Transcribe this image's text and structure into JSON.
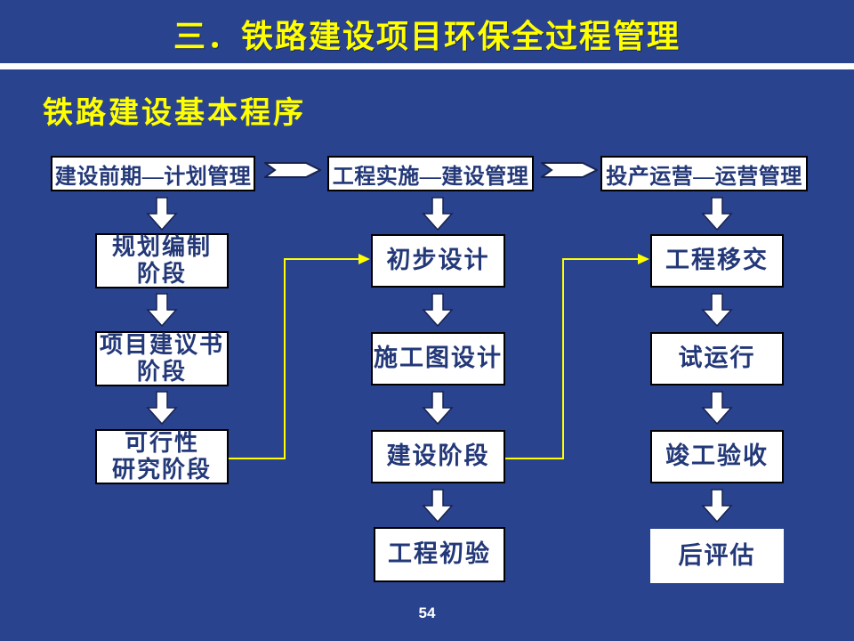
{
  "slide": {
    "title": "三．铁路建设项目环保全过程管理",
    "subtitle": "铁路建设基本程序",
    "page_number": "54"
  },
  "colors": {
    "background": "#2A438E",
    "title_text": "#FFFF00",
    "divider": "#FFFFFF",
    "box_fill": "#FFFFFF",
    "box_border": "#000000",
    "box_text": "#233878",
    "arrow_fill": "#FFFFFF",
    "arrow_outline": "#17224E",
    "connector": "#FFFF00",
    "page_number_text": "#FFFFFF"
  },
  "flowchart": {
    "columns": [
      {
        "header": "建设前期—计划管理",
        "stages": [
          "规划编制\n阶段",
          "项目建议书\n阶段",
          "可行性\n研究阶段"
        ]
      },
      {
        "header": "工程实施—建设管理",
        "stages": [
          "初步设计",
          "施工图设计",
          "建设阶段",
          "工程初验"
        ]
      },
      {
        "header": "投产运营—运营管理",
        "stages": [
          "工程移交",
          "试运行",
          "竣工验收",
          "后评估"
        ]
      }
    ],
    "cross_links": [
      {
        "from": "可行性研究阶段",
        "to": "初步设计"
      },
      {
        "from": "建设阶段",
        "to": "工程移交"
      }
    ]
  }
}
